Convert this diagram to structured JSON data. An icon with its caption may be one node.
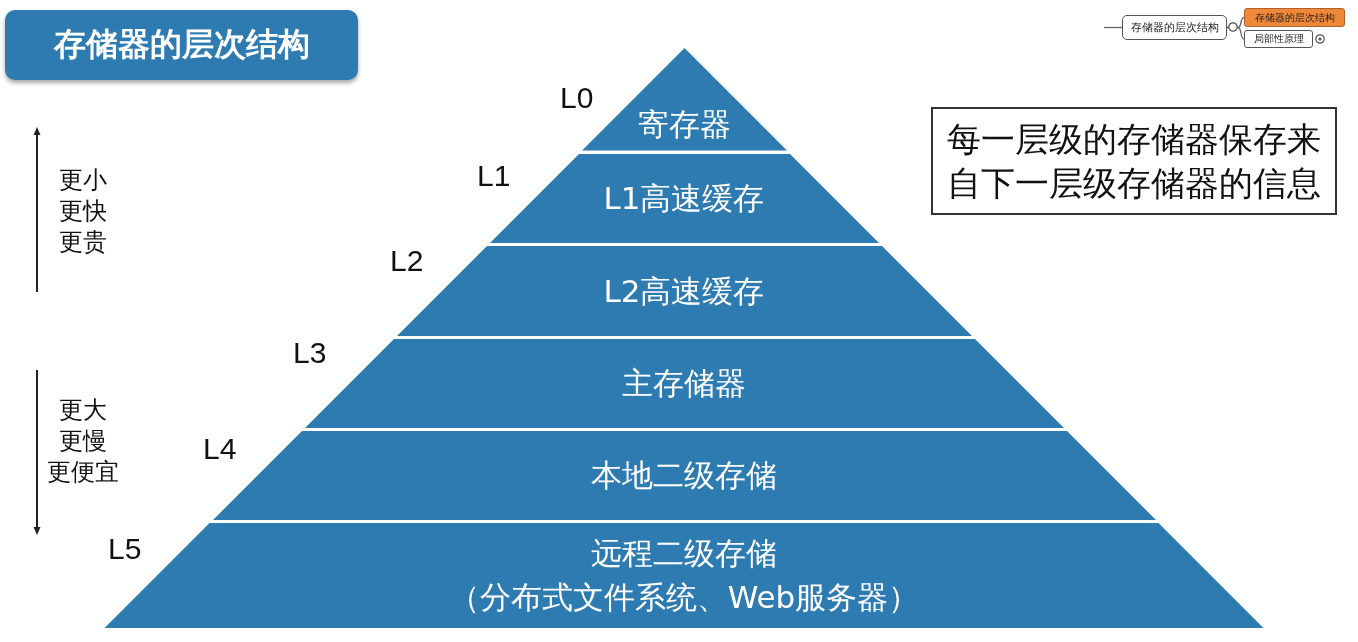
{
  "diagram": {
    "title": "存储器的层次结构",
    "nodes": [
      {
        "text": [
          "存储器的层次结构"
        ]
      },
      {
        "text": [
          "存储器的层次结构"
        ]
      },
      {
        "text": [
          "局部性原理"
        ]
      },
      {
        "text": [
          "寄存器"
        ],
        "beside": [
          "L0"
        ]
      },
      {
        "text": [
          "L1高速缓存"
        ],
        "beside": [
          "L1"
        ]
      },
      {
        "text": [
          "L2高速缓存"
        ],
        "beside": [
          "L2"
        ]
      },
      {
        "text": [
          "主存储器"
        ],
        "beside": [
          "L3"
        ]
      },
      {
        "text": [
          "本地二级存储"
        ],
        "beside": [
          "L4"
        ]
      },
      {
        "text": [
          "远程二级存储",
          "（分布式文件系统、Web服务器）"
        ],
        "beside": [
          "L5"
        ]
      },
      {
        "text": [
          "每一层级的存储器保存来自下一层级存储器的信息"
        ]
      }
    ],
    "edges": [
      {
        "from": null,
        "to": 0,
        "arrow": "none"
      },
      {
        "from": 0,
        "to": 1,
        "arrow": "none"
      },
      {
        "from": 0,
        "to": 2,
        "arrow": "none"
      }
    ],
    "labels": [
      "更小",
      "更快",
      "更贵",
      "更大",
      "更慢",
      "更便宜"
    ]
  }
}
